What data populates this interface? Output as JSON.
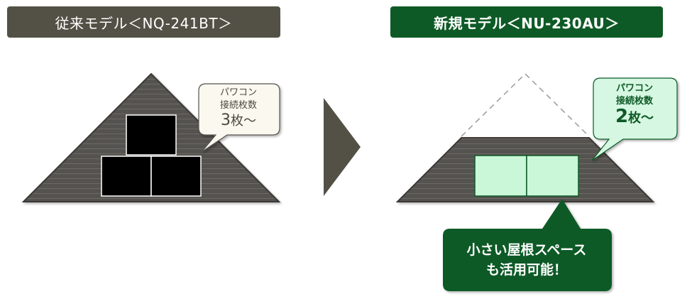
{
  "old_model": {
    "header": "従来モデル＜NQ-241BT＞",
    "callout": {
      "line1": "パワコン",
      "line2": "接続枚数",
      "count": "3",
      "suffix": "枚～"
    },
    "panel_count": 3,
    "panel_color": "#000000"
  },
  "new_model": {
    "header": "新規モデル＜NU-230AU＞",
    "callout": {
      "line1": "パワコン",
      "line2": "接続枚数",
      "count": "2",
      "suffix": "枚～"
    },
    "panel_count": 2,
    "panel_color": "#c9f7d8"
  },
  "benefit": {
    "line1": "小さい屋根スペース",
    "line2": "も活用可能！"
  },
  "colors": {
    "old_header_bg": "#535146",
    "new_header_bg": "#0e5a26",
    "roof": "#55534f",
    "arrow": "#535146",
    "old_callout_bg": "#fbf9ef",
    "new_callout_bg": "#d6f7e2"
  },
  "icons": {
    "transition": "right-triangle-arrow"
  }
}
